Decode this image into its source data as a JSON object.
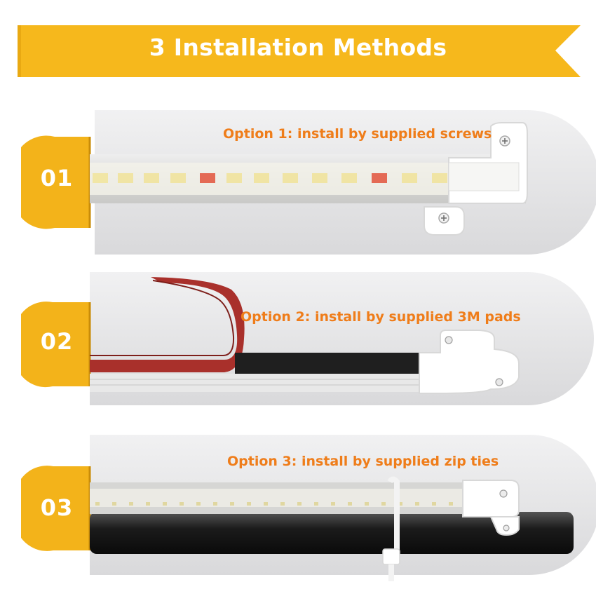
{
  "header": {
    "title": "3 Installation Methods"
  },
  "colors": {
    "accent": "#f7b91d",
    "dark_accent": "#d99a0e",
    "option_text": "#ef7d1a",
    "card": "#e4e4e6"
  },
  "methods": [
    {
      "number": "01",
      "label": "Option 1: install by supplied screws"
    },
    {
      "number": "02",
      "label": "Option 2: install by supplied 3M pads"
    },
    {
      "number": "03",
      "label": "Option 3: install by supplied zip ties"
    }
  ]
}
